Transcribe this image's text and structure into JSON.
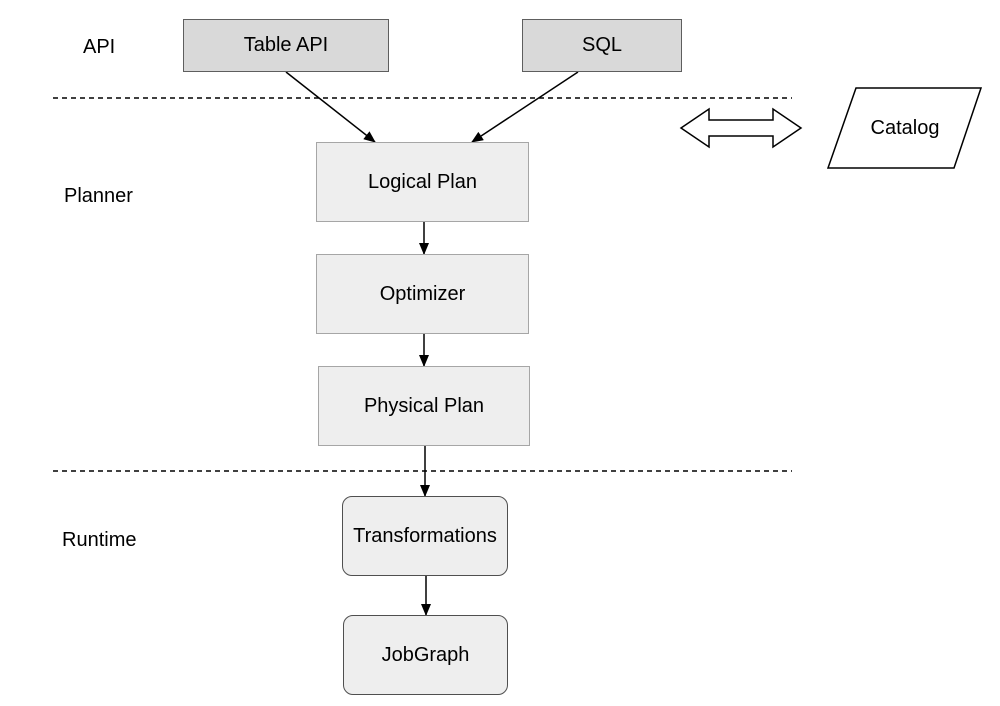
{
  "layers": {
    "api": "API",
    "planner": "Planner",
    "runtime": "Runtime"
  },
  "nodes": {
    "table_api": "Table API",
    "sql": "SQL",
    "logical_plan": "Logical Plan",
    "optimizer": "Optimizer",
    "physical_plan": "Physical Plan",
    "transformations": "Transformations",
    "jobgraph": "JobGraph",
    "catalog": "Catalog"
  },
  "colors": {
    "api_box_fill": "#d9d9d9",
    "planner_box_fill": "#eeeeee",
    "runtime_box_fill": "#eeeeee",
    "line": "#000000"
  }
}
